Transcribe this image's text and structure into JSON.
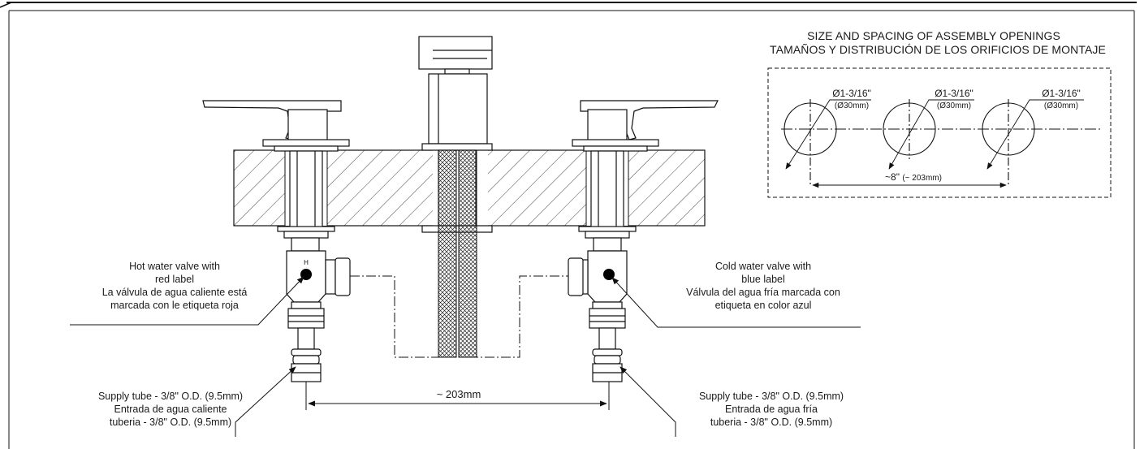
{
  "openings": {
    "title_en": "SIZE AND SPACING OF ASSEMBLY OPENINGS",
    "title_es": "TAMAÑOS Y DISTRIBUCIÓN DE LOS ORIFICIOS DE MONTAJE",
    "hole_diameter_in": "Ø1-3/16\"",
    "hole_diameter_mm": "(Ø30mm)",
    "spacing_in": "~8\"",
    "spacing_mm": "(~ 203mm)"
  },
  "hot_valve": {
    "line1": "Hot water valve with",
    "line2": "red label",
    "line3": "La válvula de agua caliente está",
    "line4": "marcada con le etiqueta roja",
    "marker": "H"
  },
  "cold_valve": {
    "line1": "Cold water valve with",
    "line2": "blue label",
    "line3": "Válvula del agua fría marcada con",
    "line4": "etiqueta en color azul"
  },
  "hot_supply": {
    "line1": "Supply tube - 3/8\" O.D. (9.5mm)",
    "line2": "Entrada de agua caliente",
    "line3": "tuberia - 3/8\" O.D. (9.5mm)"
  },
  "cold_supply": {
    "line1": "Supply tube - 3/8\" O.D. (9.5mm)",
    "line2": "Entrada de agua fría",
    "line3": "tuberia - 3/8\" O.D. (9.5mm)"
  },
  "center_spacing": "~ 203mm"
}
